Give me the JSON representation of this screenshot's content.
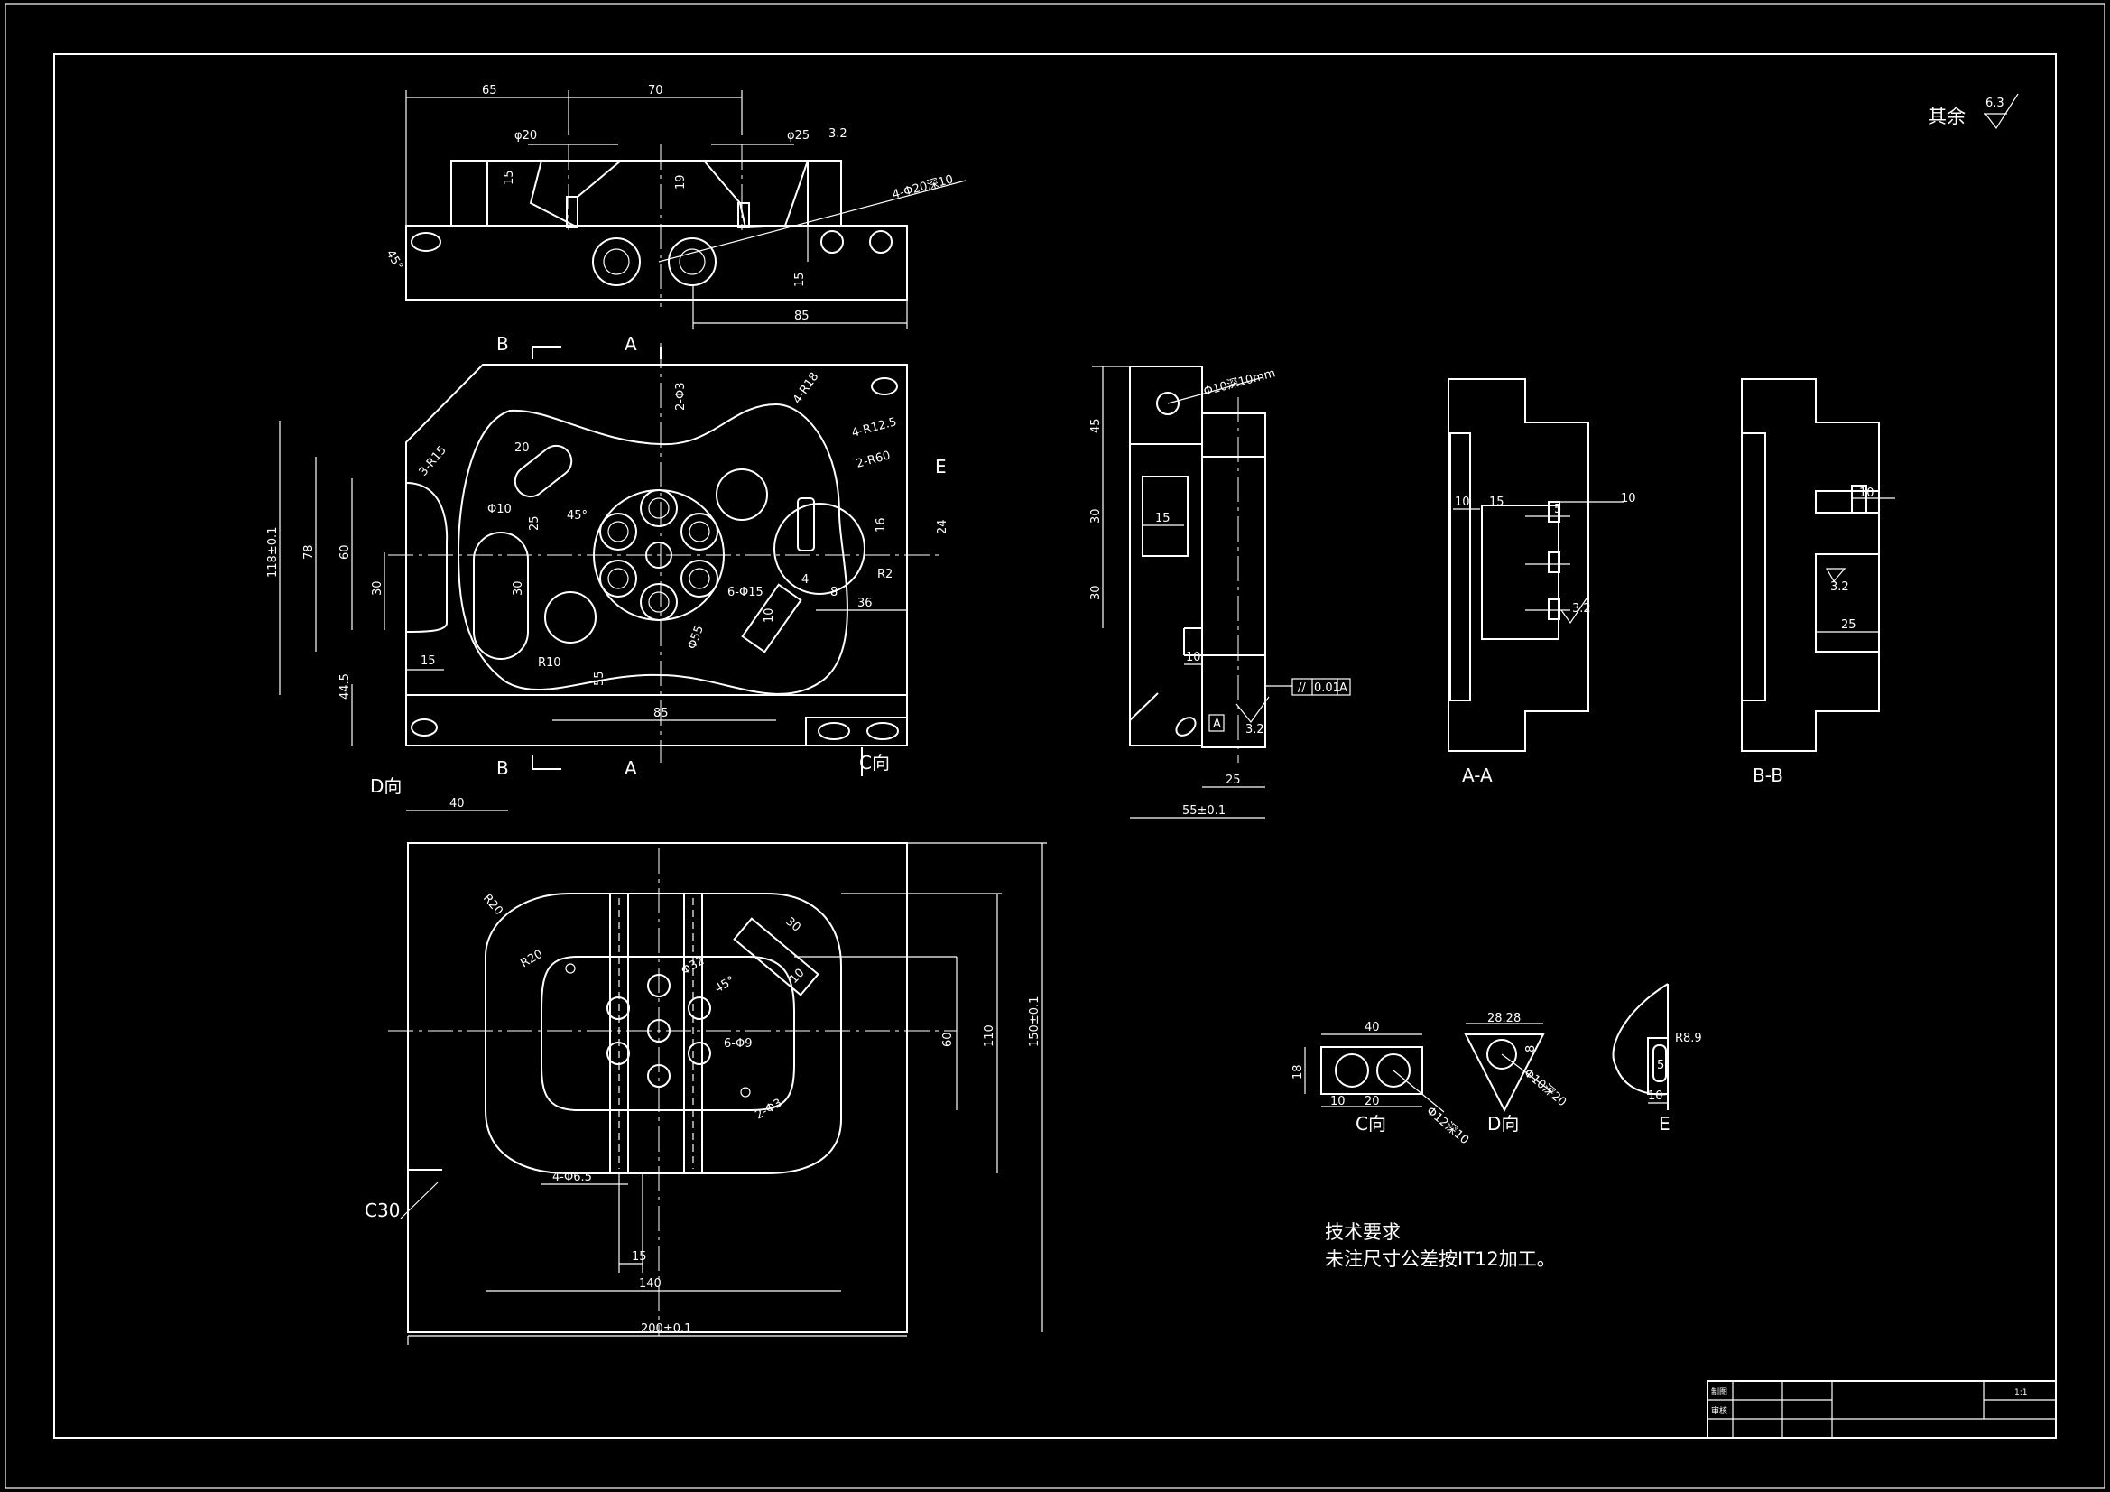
{
  "corner_note": {
    "text": "其余",
    "roughness": "6.3"
  },
  "tech": {
    "title": "技术要求",
    "body": "未注尺寸公差按IT12加工。"
  },
  "views": {
    "section_aa": "A-A",
    "section_bb": "B-B",
    "view_c": "C向",
    "view_d": "D向",
    "view_e": "E",
    "mark_b": "B",
    "mark_a": "A",
    "mark_e": "E",
    "mark_c30": "C30"
  },
  "top_view": {
    "d65": "65",
    "d70": "70",
    "phi20": "φ20",
    "phi25": "φ25",
    "r32": "3.2",
    "d15": "15",
    "d19": "19",
    "deep": "4-Φ20深10",
    "a45": "45°",
    "d15b": "15",
    "d85": "85"
  },
  "front_view": {
    "h118": "118±0.1",
    "h78": "78",
    "h60": "60",
    "h30": "30",
    "h445": "44.5",
    "w15": "15",
    "w40": "40",
    "s15": "3-R15",
    "p10": "Φ10",
    "d20": "20",
    "d25": "25",
    "a45": "45°",
    "r18": "4-R18",
    "r125": "4-R12.5",
    "r60": "2-R60",
    "phi3": "2-Φ3",
    "d16": "16",
    "d24": "24",
    "d4": "4",
    "d8": "8",
    "r2": "R2",
    "d36": "36",
    "phi15": "6-Φ15",
    "phi55": "Φ55",
    "d10": "10",
    "r10": "R10",
    "d30": "30",
    "d55": "55",
    "d85": "85"
  },
  "side_view": {
    "d45": "45",
    "d30a": "30",
    "d30b": "30",
    "d15": "15",
    "d10": "10",
    "d25": "25",
    "w55": "55±0.1",
    "deep": "Φ10深10mm",
    "tol": "0.01",
    "datum": "A",
    "rough": "3.2"
  },
  "bottom_view": {
    "r20a": "R20",
    "r20b": "R20",
    "phi32": "Φ32",
    "a45": "45°",
    "d30": "30",
    "d10": "10",
    "phi9": "6-Φ9",
    "phi3": "2-Φ3",
    "phi65": "4-Φ6.5",
    "d15": "15",
    "w140": "140",
    "w200": "200±0.1",
    "h60": "60",
    "h110": "110",
    "h150": "150±0.1"
  },
  "section_dims": {
    "aa10": "10",
    "aa15": "15",
    "aa5": "5",
    "aa10b": "10",
    "aa32": "3.2",
    "bb10": "10",
    "bb32": "3.2",
    "bb25": "25"
  },
  "detail_dims": {
    "c40": "40",
    "c18": "18",
    "c10": "10",
    "c20": "20",
    "c12": "Φ12深10",
    "d2828": "28.28",
    "d8": "8",
    "d10": "Φ10深20",
    "e89": "R8.9",
    "e5": "5",
    "e10": "10"
  },
  "title_block": {
    "scale": "1:1",
    "r1": "制图",
    "r2": "审核"
  }
}
